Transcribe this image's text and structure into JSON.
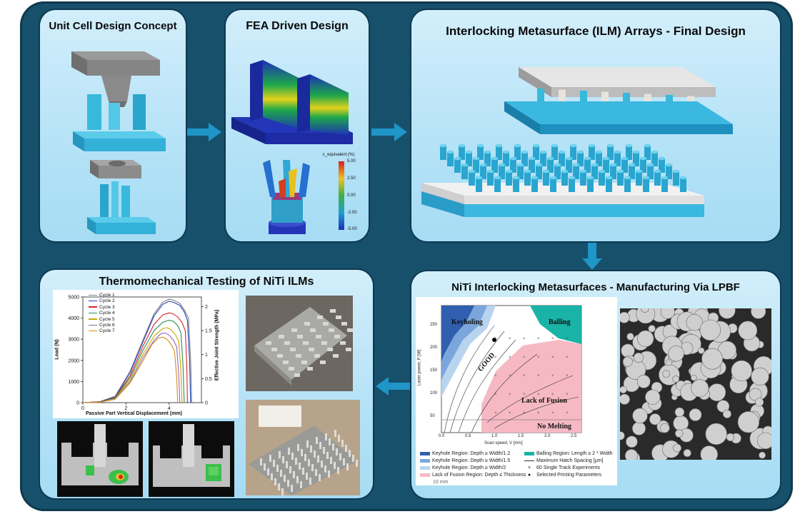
{
  "panels": {
    "unit_cell": {
      "title": "Unit Cell Design Concept"
    },
    "fea": {
      "title": "FEA Driven Design",
      "colorbar": {
        "label": "ε_equivalent (%)",
        "ticks": [
          "5.00",
          "2.50",
          "0.00",
          "-2.50",
          "-5.00"
        ]
      }
    },
    "ilm_arrays": {
      "title": "Interlocking Metasurface (ILM) Arrays - Final Design"
    },
    "manufacturing": {
      "title": "NiTi Interlocking Metasurfaces - Manufacturing Via LPBF",
      "scale_label": "10 mm",
      "process_map": {
        "region_labels": [
          "Keyholing",
          "Balling",
          "GOOD",
          "Lack of Fusion",
          "No Melting"
        ],
        "xlabel": "Scan speed, V [m/s]",
        "ylabel": "Laser power, P [W]",
        "xticks": [
          "0.0",
          "0.5",
          "1.0",
          "1.5",
          "2.0",
          "2.5"
        ],
        "yticks": [
          "50",
          "100",
          "150",
          "200",
          "250"
        ],
        "legend": [
          "Keyhole Region: Depth ≥ Width/1.2",
          "Keyhole Region: Depth ≥ Width/1.5",
          "Keyhole Region: Depth ≥ Width/2",
          "Lack of Fusion Region: Depth ≤ Thickness",
          "Balling Region: Length ≥ 2 * Width",
          "Maximum Hatch Spacing [μm]",
          "60 Single Track Experiments",
          "Selected Printing Parameters"
        ]
      }
    },
    "testing": {
      "title": "Thermomechanical Testing of NiTi ILMs"
    }
  },
  "chart_data": {
    "type": "line",
    "title": "",
    "xlabel": "Passive Part Vertical Displacement (mm)",
    "ylabel": "Load (N)",
    "y2label": "Effective Joint Strength (MPa)",
    "xlim": [
      0,
      5.5
    ],
    "ylim": [
      0,
      5000
    ],
    "y2lim": [
      0,
      2.2
    ],
    "xticks": [
      0,
      2,
      4
    ],
    "yticks": [
      0,
      1000,
      2000,
      3000,
      4000,
      5000
    ],
    "y2ticks": [
      0,
      0.5,
      1,
      1.5,
      2
    ],
    "legend_position": "top-left",
    "series": [
      {
        "name": "Cycle 1",
        "color": "#7f7f7f",
        "x": [
          0,
          0.8,
          1.5,
          2.2,
          2.8,
          3.3,
          3.7,
          4.0,
          4.2,
          4.5,
          4.7,
          4.9,
          5.0,
          5.05
        ],
        "y": [
          0,
          50,
          300,
          1500,
          3000,
          4200,
          4750,
          4900,
          4850,
          4700,
          4400,
          4000,
          2000,
          0
        ]
      },
      {
        "name": "Cycle 2",
        "color": "#1f3fbf",
        "x": [
          0,
          0.8,
          1.5,
          2.2,
          2.8,
          3.3,
          3.7,
          4.0,
          4.2,
          4.5,
          4.7,
          4.85,
          4.95,
          5.0
        ],
        "y": [
          0,
          40,
          280,
          1450,
          2900,
          4100,
          4650,
          4800,
          4750,
          4600,
          4300,
          3900,
          2000,
          0
        ]
      },
      {
        "name": "Cycle 3",
        "color": "#d62728",
        "x": [
          0,
          0.8,
          1.5,
          2.2,
          2.8,
          3.3,
          3.7,
          4.0,
          4.2,
          4.4,
          4.6,
          4.75,
          4.82,
          4.85
        ],
        "y": [
          0,
          30,
          250,
          1300,
          2700,
          3700,
          4150,
          4250,
          4200,
          4050,
          3800,
          3400,
          1800,
          0
        ]
      },
      {
        "name": "Cycle 4",
        "color": "#2e8b57",
        "x": [
          0,
          0.8,
          1.5,
          2.2,
          2.8,
          3.3,
          3.7,
          4.0,
          4.2,
          4.4,
          4.55,
          4.65,
          4.7
        ],
        "y": [
          0,
          30,
          230,
          1200,
          2500,
          3400,
          3800,
          3900,
          3850,
          3650,
          3300,
          1700,
          0
        ]
      },
      {
        "name": "Cycle 5",
        "color": "#c8a800",
        "x": [
          0,
          0.8,
          1.5,
          2.2,
          2.8,
          3.3,
          3.7,
          3.9,
          4.1,
          4.3,
          4.45,
          4.55,
          4.6
        ],
        "y": [
          0,
          25,
          200,
          1100,
          2300,
          3150,
          3500,
          3550,
          3450,
          3200,
          2900,
          1500,
          0
        ]
      },
      {
        "name": "Cycle 6",
        "color": "#9467bd",
        "x": [
          0,
          0.8,
          1.5,
          2.2,
          2.8,
          3.3,
          3.6,
          3.8,
          4.0,
          4.2,
          4.35,
          4.45,
          4.5
        ],
        "y": [
          0,
          20,
          180,
          1000,
          2150,
          2950,
          3250,
          3300,
          3200,
          2950,
          2650,
          1300,
          0
        ]
      },
      {
        "name": "Cycle 7",
        "color": "#d98c1f",
        "x": [
          0,
          0.8,
          1.5,
          2.2,
          2.8,
          3.2,
          3.5,
          3.7,
          3.9,
          4.1,
          4.25,
          4.35,
          4.4
        ],
        "y": [
          0,
          20,
          160,
          950,
          2000,
          2750,
          3050,
          3100,
          3000,
          2750,
          2450,
          1200,
          0
        ]
      }
    ]
  }
}
